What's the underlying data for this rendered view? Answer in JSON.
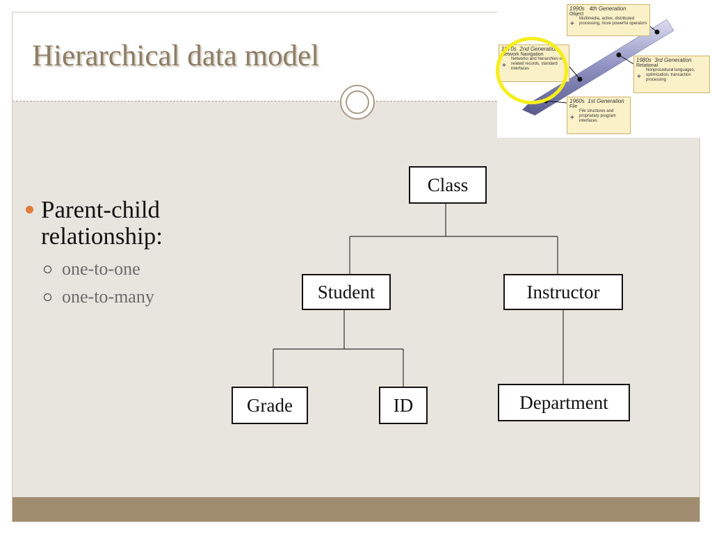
{
  "slide": {
    "title": "Hierarchical data model",
    "bullet": "Parent-child relationship:",
    "sub_bullets": [
      "one-to-one",
      "one-to-many"
    ]
  },
  "diagram": {
    "root": "Class",
    "level2": [
      "Student",
      "Instructor"
    ],
    "student_children": [
      "Grade",
      "ID"
    ],
    "instructor_children": [
      "Department"
    ]
  },
  "timeline": {
    "cards": [
      {
        "decade": "1990s",
        "generation": "4th Generation",
        "model": "Object",
        "desc": "Multimedia, active, distributed processing, more powerful operators"
      },
      {
        "decade": "1970s",
        "generation": "2nd Generation",
        "model": "Network Navigation",
        "desc": "Networks and hierarchies of related records, standard interfaces"
      },
      {
        "decade": "1980s",
        "generation": "3rd Generation",
        "model": "Relational",
        "desc": "Nonprocedural languages, optimization, transaction processing"
      },
      {
        "decade": "1960s",
        "generation": "1st Generation",
        "model": "File",
        "desc": "File structures and proprietary program interfaces"
      }
    ]
  },
  "colors": {
    "title": "#8b7d66",
    "bullet_dot": "#e07b39",
    "footer_bar": "#a08d6f",
    "highlight": "#f5ee1c"
  }
}
